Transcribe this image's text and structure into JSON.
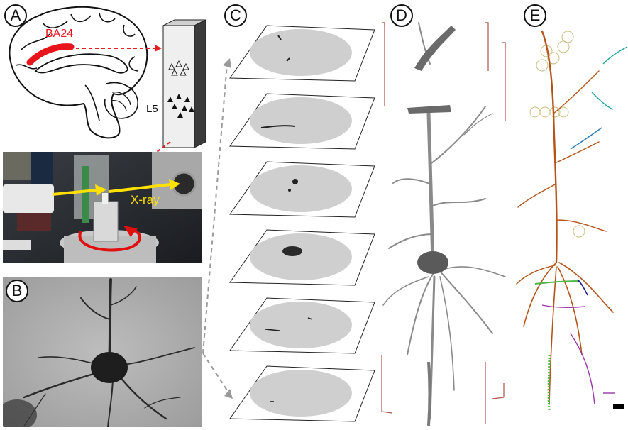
{
  "panels": {
    "A": {
      "badge": "A",
      "region_label": "BA24",
      "layer_label": "L5",
      "xray_label": "X-ray"
    },
    "B": {
      "badge": "B"
    },
    "C": {
      "badge": "C"
    },
    "D": {
      "badge": "D"
    },
    "E": {
      "badge": "E"
    }
  },
  "colors": {
    "region_highlight": "#e8141c",
    "arrow_red": "#e02020",
    "xray_arrow": "#ffe000",
    "rotation_arrow": "#e01010",
    "bracket": "#b0504a",
    "trace_brown": "#b5541a",
    "trace_teal": "#1aa6a0",
    "trace_blue": "#2a7ab8",
    "trace_green": "#4fb848",
    "trace_purple": "#9a36a8",
    "trace_navy": "#1a1a8a",
    "soma_outline": "#c8c080",
    "slice_fill": "#cfcfcf",
    "connector_gray": "#9a9a9a"
  }
}
